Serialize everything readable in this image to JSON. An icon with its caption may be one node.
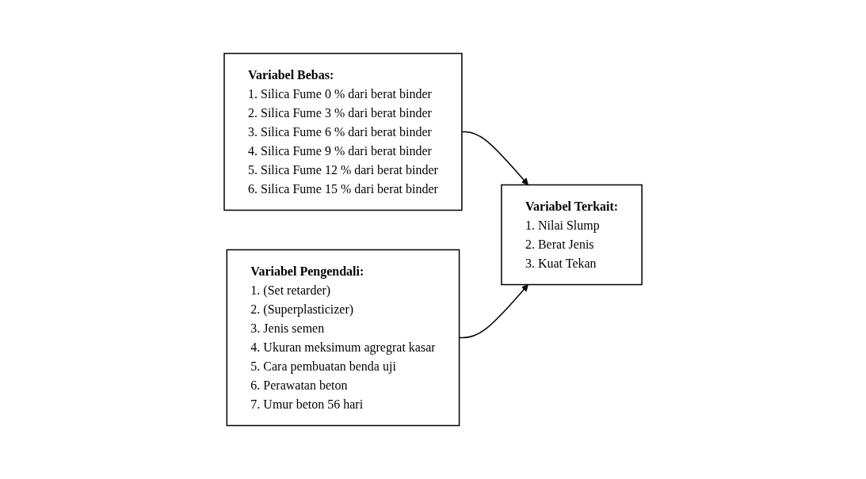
{
  "diagram": {
    "nodes": [
      {
        "text": [
          "Variabel Bebas:",
          "1. Silica Fume 0 % dari berat binder",
          "2. Silica Fume 3 % dari berat binder",
          "3. Silica Fume 6 % dari berat binder",
          "4. Silica Fume 9 % dari berat binder",
          "5. Silica Fume 12 % dari berat binder",
          "6. Silica Fume 15 % dari berat binder"
        ]
      },
      {
        "text": [
          "Variabel Terkait:",
          "1. Nilai Slump",
          "2. Berat Jenis",
          "3. Kuat Tekan"
        ]
      },
      {
        "text": [
          "Variabel Pengendali:",
          "1. (Set retarder)",
          "2. (Superplasticizer)",
          "3. Jenis semen",
          "4. Ukuran meksimum agregrat kasar",
          "5. Cara pembuatan benda uji",
          "6. Perawatan beton",
          "7. Umur beton 56 hari"
        ]
      }
    ],
    "edges": [
      {
        "from": 0,
        "to": 1,
        "arrow": "to"
      },
      {
        "from": 2,
        "to": 1,
        "arrow": "to"
      }
    ]
  }
}
